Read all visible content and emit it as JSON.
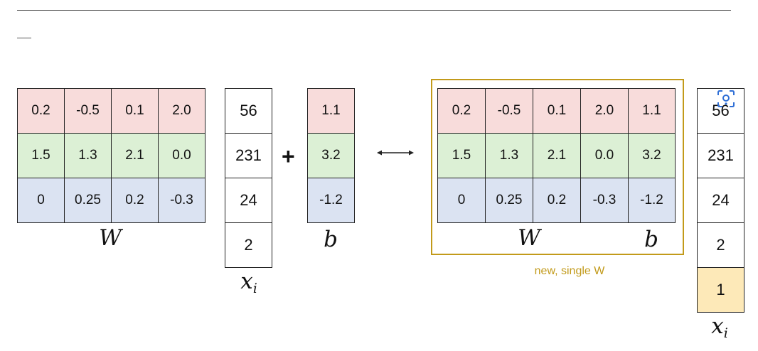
{
  "colors": {
    "row0": "#f8dcdb",
    "row1": "#dcf0d5",
    "row2": "#dbe3f2",
    "appended": "#fde9b8",
    "accent": "#c29a1a"
  },
  "left": {
    "W": [
      [
        "0.2",
        "-0.5",
        "0.1",
        "2.0"
      ],
      [
        "1.5",
        "1.3",
        "2.1",
        "0.0"
      ],
      [
        "0",
        "0.25",
        "0.2",
        "-0.3"
      ]
    ],
    "W_label": "W",
    "x": [
      "56",
      "231",
      "24",
      "2"
    ],
    "x_label": "x",
    "x_sub": "i",
    "plus": "+",
    "b": [
      "1.1",
      "3.2",
      "-1.2"
    ],
    "b_label": "b"
  },
  "right": {
    "W": [
      [
        "0.2",
        "-0.5",
        "0.1",
        "2.0"
      ],
      [
        "1.5",
        "1.3",
        "2.1",
        "0.0"
      ],
      [
        "0",
        "0.25",
        "0.2",
        "-0.3"
      ]
    ],
    "W_label": "W",
    "b": [
      "1.1",
      "3.2",
      "-1.2"
    ],
    "b_label": "b",
    "caption": "new, single W",
    "x": [
      "56",
      "231",
      "24",
      "2",
      "1"
    ],
    "x_label": "x",
    "x_sub": "i"
  },
  "icons": {
    "arrow": "double-arrow-icon",
    "lens": "visual-search-icon"
  }
}
